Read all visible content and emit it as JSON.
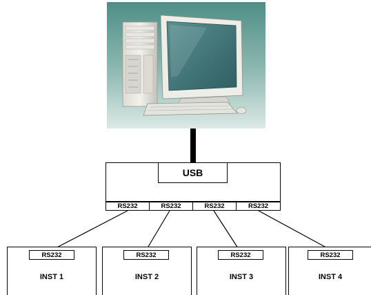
{
  "hub": {
    "title": "USB",
    "ports": [
      "RS232",
      "RS232",
      "RS232",
      "RS232"
    ]
  },
  "instruments": [
    {
      "port_label": "RS232",
      "name": "INST 1"
    },
    {
      "port_label": "RS232",
      "name": "INST 2"
    },
    {
      "port_label": "RS232",
      "name": "INST 3"
    },
    {
      "port_label": "RS232",
      "name": "INST 4"
    }
  ]
}
